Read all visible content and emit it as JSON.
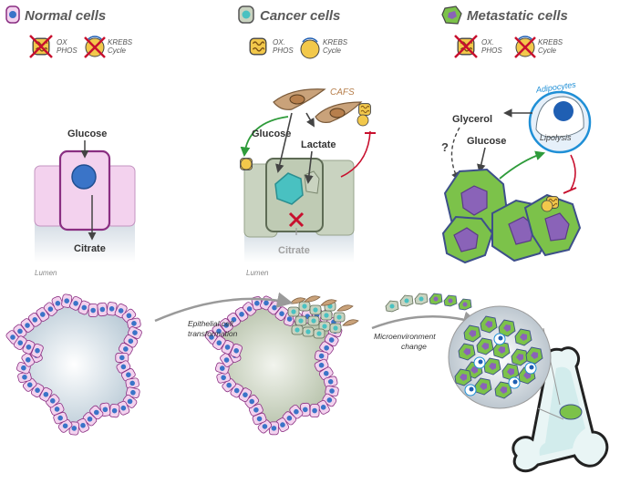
{
  "headers": {
    "normal": "Normal cells",
    "cancer": "Cancer cells",
    "metastatic": "Metastatic cells"
  },
  "legend": {
    "normal": {
      "ox": [
        "OX",
        "PHOS"
      ],
      "krebs": [
        "KREBS",
        "Cycle"
      ]
    },
    "cancer": {
      "ox": [
        "OX.",
        "PHOS"
      ],
      "krebs": [
        "KREBS",
        "Cycle"
      ]
    },
    "metastatic": {
      "ox": [
        "OX.",
        "PHOS"
      ],
      "krebs": [
        "KREBS",
        "Cycle"
      ]
    }
  },
  "panel_normal": {
    "glucose": "Glucose",
    "citrate": "Citrate",
    "lumen": "Lumen"
  },
  "panel_cancer": {
    "cafs": "CAFS",
    "glucose": "Glucose",
    "lactate": "Lactate",
    "citrate": "Citrate",
    "lumen": "Lumen"
  },
  "panel_metastatic": {
    "adipocytes": "Adipocytes",
    "glycerol": "Glycerol",
    "lipolysis": "Lipolysis",
    "glucose": "Glucose",
    "question": "?"
  },
  "bottom": {
    "step1": [
      "Epithelial cell",
      "transformation"
    ],
    "step2": [
      "Microenvironment",
      "change"
    ]
  },
  "colors": {
    "normal_cell": "#f3d2ee",
    "normal_border": "#8a2f82",
    "nucleus_blue": "#3a74c8",
    "cancer_cell": "#c9d3c0",
    "cancer_nucleus": "#49c1c1",
    "meta_cell": "#7cc24a",
    "meta_nucleus": "#8a63b8",
    "red": "#c8102e",
    "green_arrow": "#2e9b3a",
    "caf": "#c9a27a"
  }
}
